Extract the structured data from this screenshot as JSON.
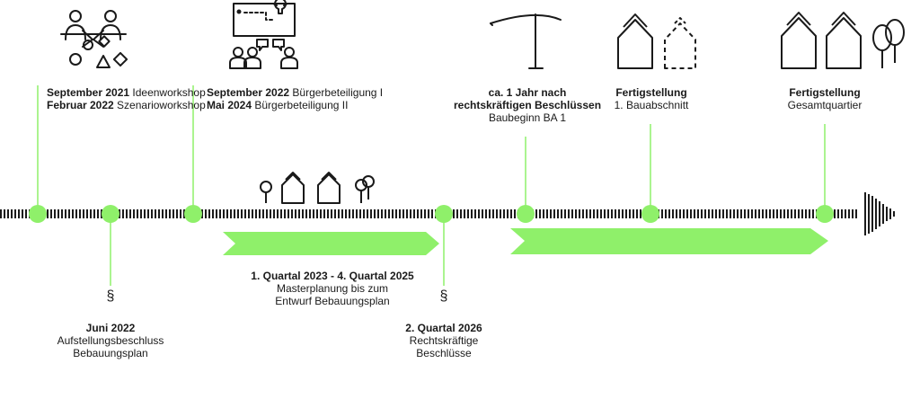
{
  "colors": {
    "accent": "#8ff06a",
    "ink": "#1a1a1a"
  },
  "milestones": [
    {
      "rows": [
        {
          "bold": "September 2021",
          "text": " Ideenworkshop"
        },
        {
          "bold": "Februar 2022",
          "text": " Szenarioworkshop"
        }
      ]
    },
    {
      "rows": [
        {
          "bold": "September 2022",
          "text": " Bürgerbeteiligung I"
        },
        {
          "bold": "Mai 2024",
          "text": " Bürgerbeteiligung II"
        }
      ]
    },
    {
      "rows": [
        {
          "bold": "ca. 1 Jahr nach",
          "text": ""
        },
        {
          "bold": "rechtskräftigen Beschlüssen",
          "text": ""
        },
        {
          "bold": "",
          "text": "Baubeginn BA 1"
        }
      ]
    },
    {
      "rows": [
        {
          "bold": "Fertigstellung",
          "text": ""
        },
        {
          "bold": "",
          "text": "1. Bauabschnitt"
        }
      ]
    },
    {
      "rows": [
        {
          "bold": "Fertigstellung",
          "text": ""
        },
        {
          "bold": "",
          "text": "Gesamtquartier"
        }
      ]
    }
  ],
  "legal": [
    {
      "symbol": "§",
      "rows": [
        {
          "bold": "Juni 2022",
          "text": ""
        },
        {
          "bold": "",
          "text": "Aufstellungsbeschluss"
        },
        {
          "bold": "",
          "text": "Bebauungsplan"
        }
      ]
    },
    {
      "symbol": "§",
      "rows": [
        {
          "bold": "2. Quartal 2026",
          "text": ""
        },
        {
          "bold": "",
          "text": "Rechtskräftige"
        },
        {
          "bold": "",
          "text": "Beschlüsse"
        }
      ]
    }
  ],
  "phase": {
    "rows": [
      {
        "bold": "1. Quartal 2023 - 4. Quartal 2025",
        "text": ""
      },
      {
        "bold": "",
        "text": "Masterplanung bis zum"
      },
      {
        "bold": "",
        "text": "Entwurf Bebauungsplan"
      }
    ]
  }
}
